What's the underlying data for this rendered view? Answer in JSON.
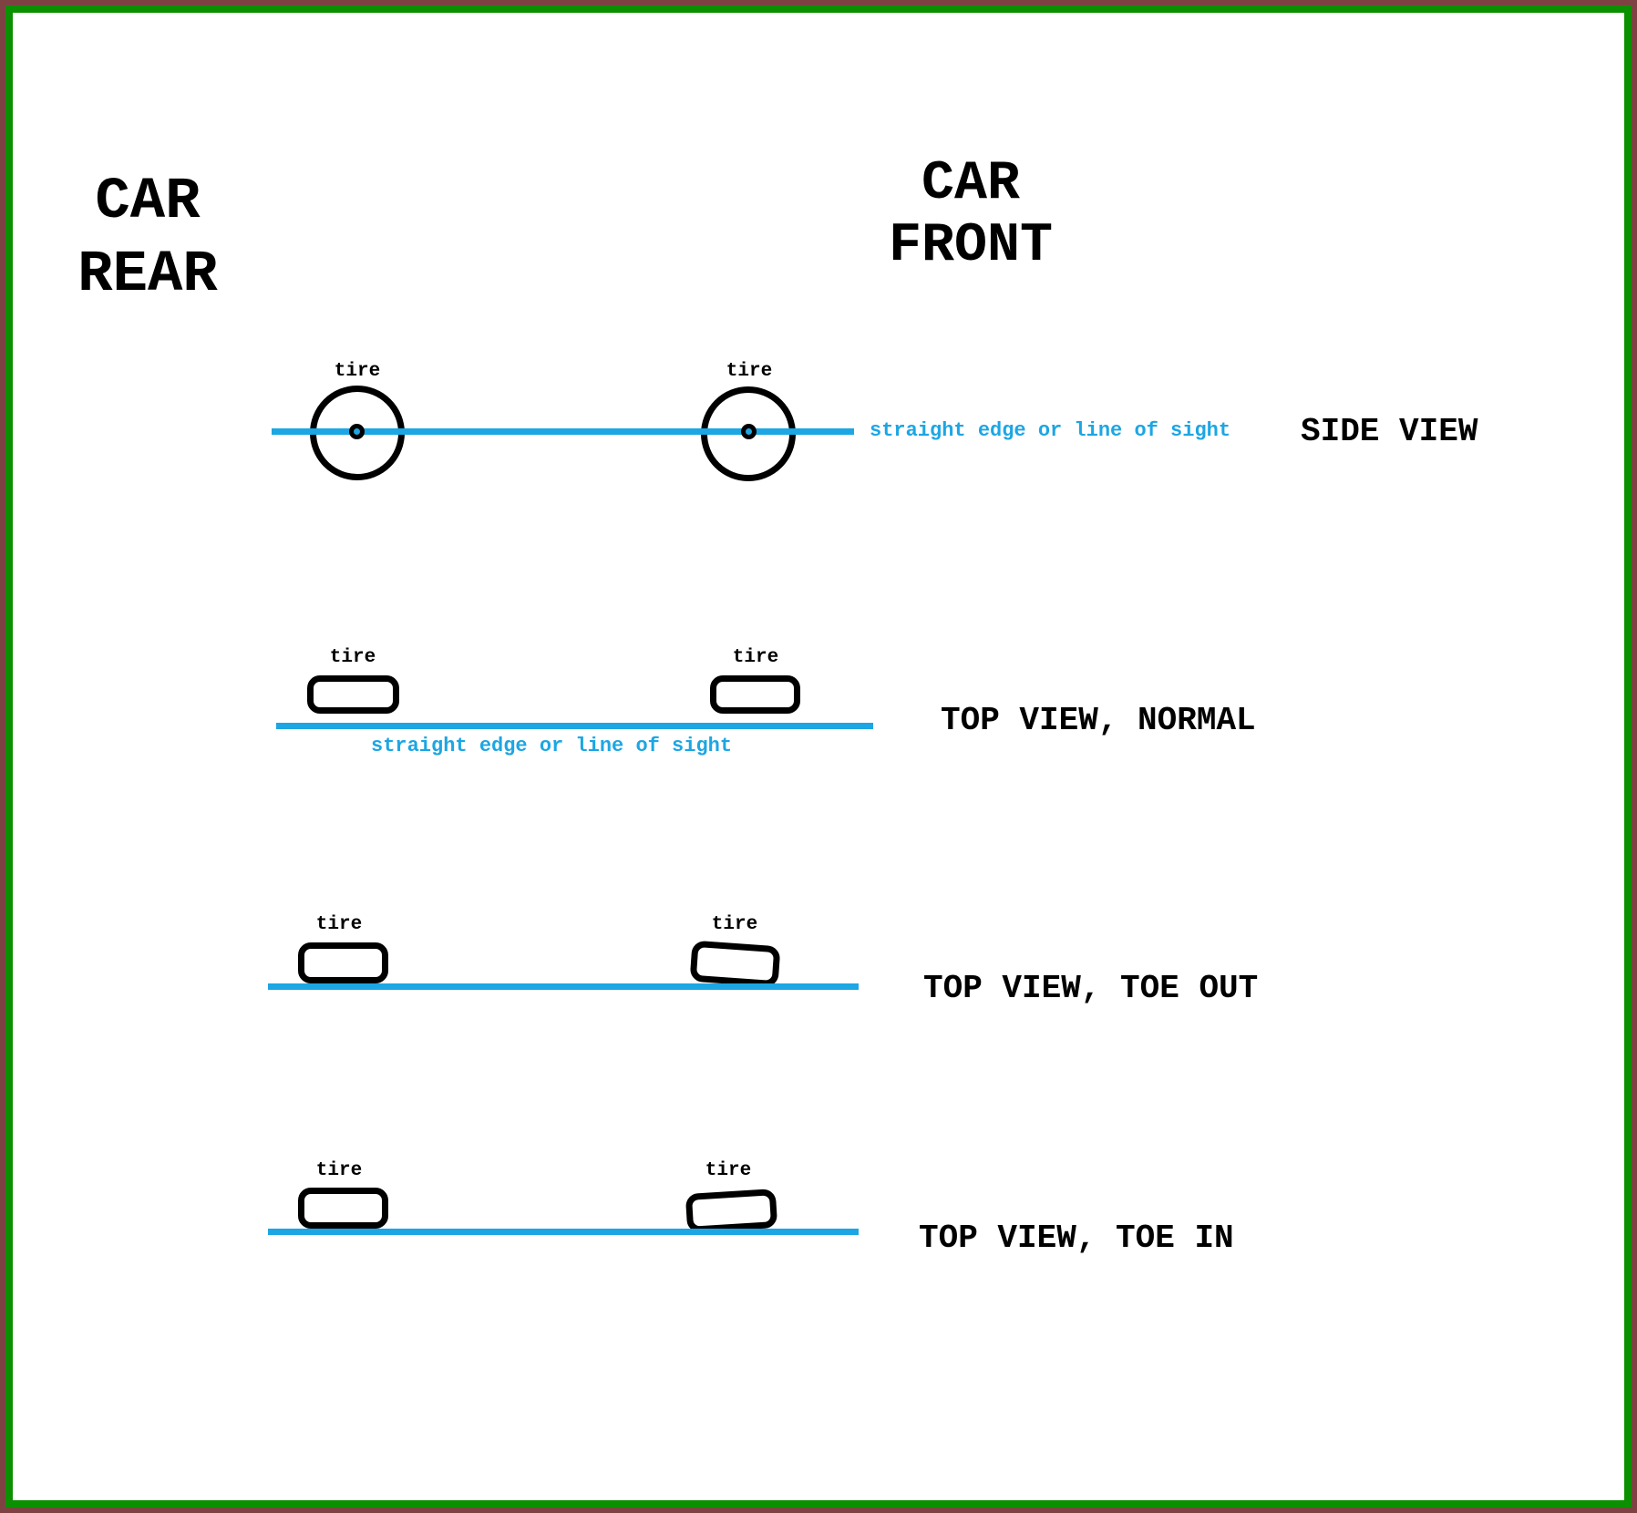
{
  "headings": {
    "car_rear": {
      "line1": "CAR",
      "line2": "REAR"
    },
    "car_front": {
      "line1": "CAR",
      "line2": "FRONT"
    }
  },
  "colors": {
    "sightline_blue": "#1ca6e3",
    "frame_green": "#0a9000",
    "frame_maroon": "#7e4242",
    "ink": "#000000",
    "background": "#ffffff"
  },
  "rows": [
    {
      "id": "side-view",
      "view_label": "SIDE VIEW",
      "annotation": "straight edge or line of sight",
      "tire_labels": [
        "tire",
        "tire"
      ]
    },
    {
      "id": "top-view-normal",
      "view_label": "TOP VIEW, NORMAL",
      "annotation": "straight edge or line of sight",
      "tire_labels": [
        "tire",
        "tire"
      ]
    },
    {
      "id": "top-view-toe-out",
      "view_label": "TOP VIEW, TOE OUT",
      "tire_labels": [
        "tire",
        "tire"
      ]
    },
    {
      "id": "top-view-toe-in",
      "view_label": "TOP VIEW, TOE IN",
      "tire_labels": [
        "tire",
        "tire"
      ]
    }
  ]
}
